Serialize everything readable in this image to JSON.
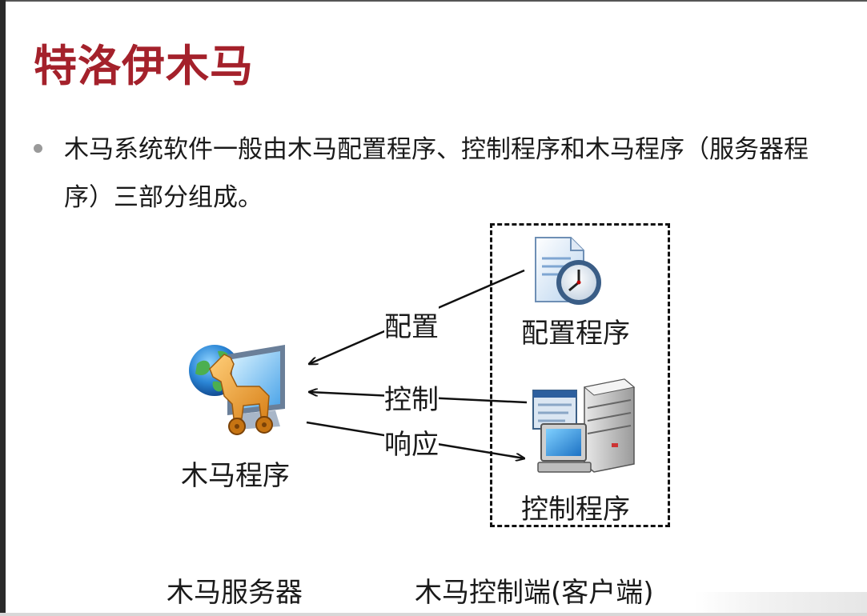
{
  "slide": {
    "title": "特洛伊木马",
    "bullet": "木马系统软件一般由木马配置程序、控制程序和木马程序（服务器程序）三部分组成。"
  },
  "diagram": {
    "trojan_label": "木马程序",
    "config_label": "配置程序",
    "control_label": "控制程序",
    "arrow_config": "配置",
    "arrow_control": "控制",
    "arrow_response": "响应",
    "server_caption": "木马服务器",
    "client_caption": "木马控制端(客户端)"
  }
}
